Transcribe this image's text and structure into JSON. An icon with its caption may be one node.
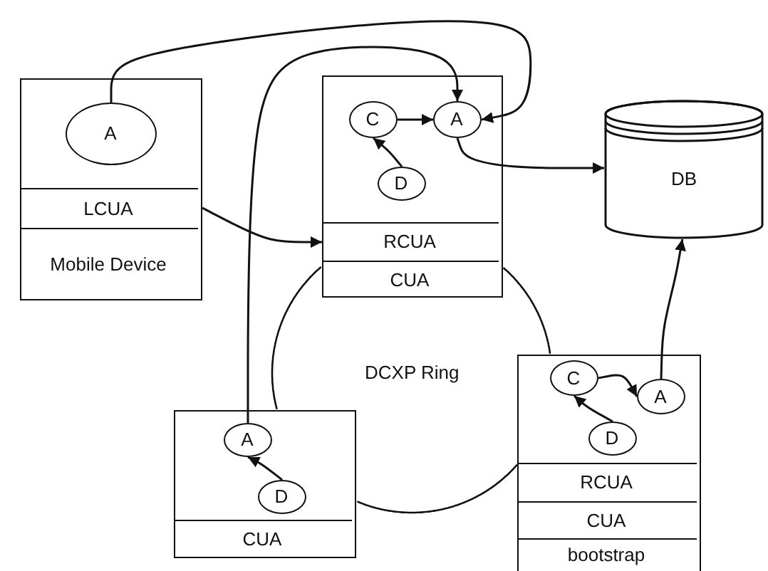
{
  "diagram": {
    "nodes": [
      {
        "text": [],
        "shape": "box"
      },
      {
        "text": [
          "A"
        ],
        "in": 0
      },
      {
        "text": [
          "LCUA"
        ],
        "in": 0
      },
      {
        "text": [
          "Mobile Device"
        ],
        "in": 0
      },
      {
        "text": [],
        "shape": "box"
      },
      {
        "text": [
          "C"
        ],
        "in": 4
      },
      {
        "text": [
          "A"
        ],
        "in": 4
      },
      {
        "text": [
          "D"
        ],
        "in": 4
      },
      {
        "text": [
          "RCUA"
        ],
        "in": 4
      },
      {
        "text": [
          "CUA"
        ],
        "in": 4
      },
      {
        "text": [
          "DB"
        ]
      },
      {
        "text": [],
        "shape": "box"
      },
      {
        "text": [
          "A"
        ],
        "in": 11
      },
      {
        "text": [
          "D"
        ],
        "in": 11
      },
      {
        "text": [
          "CUA"
        ],
        "in": 11
      },
      {
        "text": [],
        "shape": "box"
      },
      {
        "text": [
          "C"
        ],
        "in": 15
      },
      {
        "text": [
          "A"
        ],
        "in": 15
      },
      {
        "text": [
          "D"
        ],
        "in": 15
      },
      {
        "text": [
          "RCUA"
        ],
        "in": 15
      },
      {
        "text": [
          "CUA"
        ],
        "in": 15
      },
      {
        "text": [
          "bootstrap"
        ],
        "in": 15
      }
    ],
    "edges": [
      {
        "from": 2,
        "to": 8,
        "arrow": "to"
      },
      {
        "from": 1,
        "to": 6,
        "arrow": "to"
      },
      {
        "from": 12,
        "to": 6,
        "arrow": "to"
      },
      {
        "from": 5,
        "to": 6,
        "arrow": "to"
      },
      {
        "from": 7,
        "to": 5,
        "arrow": "to"
      },
      {
        "from": 6,
        "to": 10,
        "arrow": "to"
      },
      {
        "from": 16,
        "to": 17,
        "arrow": "to"
      },
      {
        "from": 18,
        "to": 16,
        "arrow": "to"
      },
      {
        "from": 17,
        "to": 10,
        "arrow": "to"
      },
      {
        "from": 13,
        "to": 12,
        "arrow": "to"
      }
    ],
    "labels": [
      "DCXP Ring"
    ]
  }
}
